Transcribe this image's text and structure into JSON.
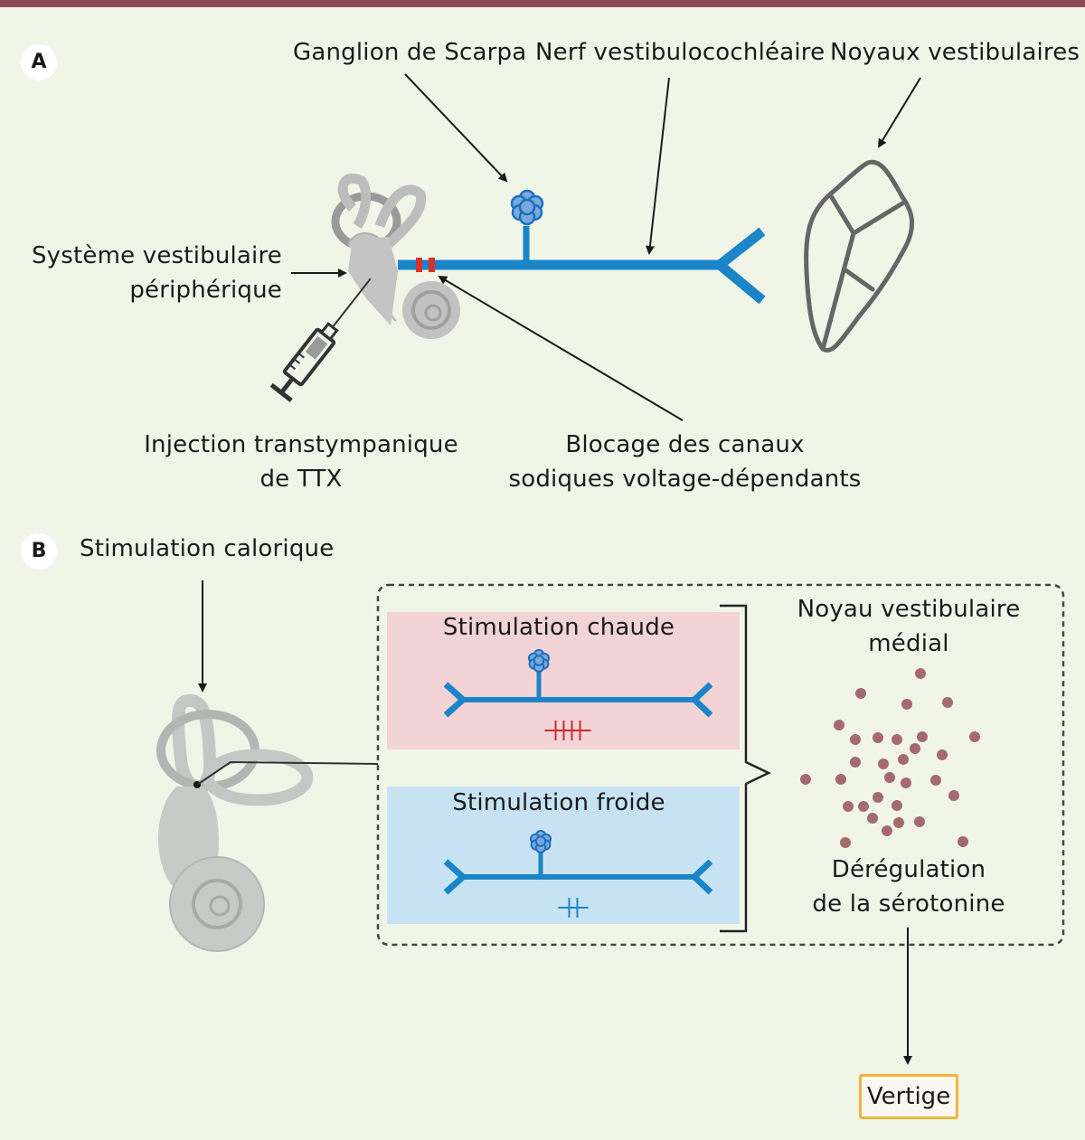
{
  "panel_a": {
    "badge": "A",
    "labels": {
      "ganglion": "Ganglion de Scarpa",
      "nerve": "Nerf vestibulocochléaire",
      "nuclei": "Noyaux vestibulaires",
      "peripheral_line1": "Système vestibulaire",
      "peripheral_line2": "périphérique",
      "injection_line1": "Injection transtympanique",
      "injection_line2": "de TTX",
      "blocking_line1": "Blocage des canaux",
      "blocking_line2": "sodiques voltage-dépendants"
    }
  },
  "panel_b": {
    "badge": "B",
    "title": "Stimulation calorique",
    "warm": {
      "label": "Stimulation chaude",
      "spike_count": 4
    },
    "cold": {
      "label": "Stimulation froide",
      "spike_count": 2
    },
    "nucleus_line1": "Noyau vestibulaire",
    "nucleus_line2": "médial",
    "serotonin_line1": "Dérégulation",
    "serotonin_line2": "de la sérotonine",
    "outcome": "Vertige"
  },
  "colors": {
    "nerve": "#1a85c8",
    "ganglion_fill": "#7aa8dc",
    "block": "#d9302b",
    "warm_spikes": "#c92d33",
    "cold_spikes": "#1a85c8",
    "serotonin": "#a56a6c",
    "accent_bar": "#8e4a56",
    "vertige_border": "#f2b33d"
  }
}
